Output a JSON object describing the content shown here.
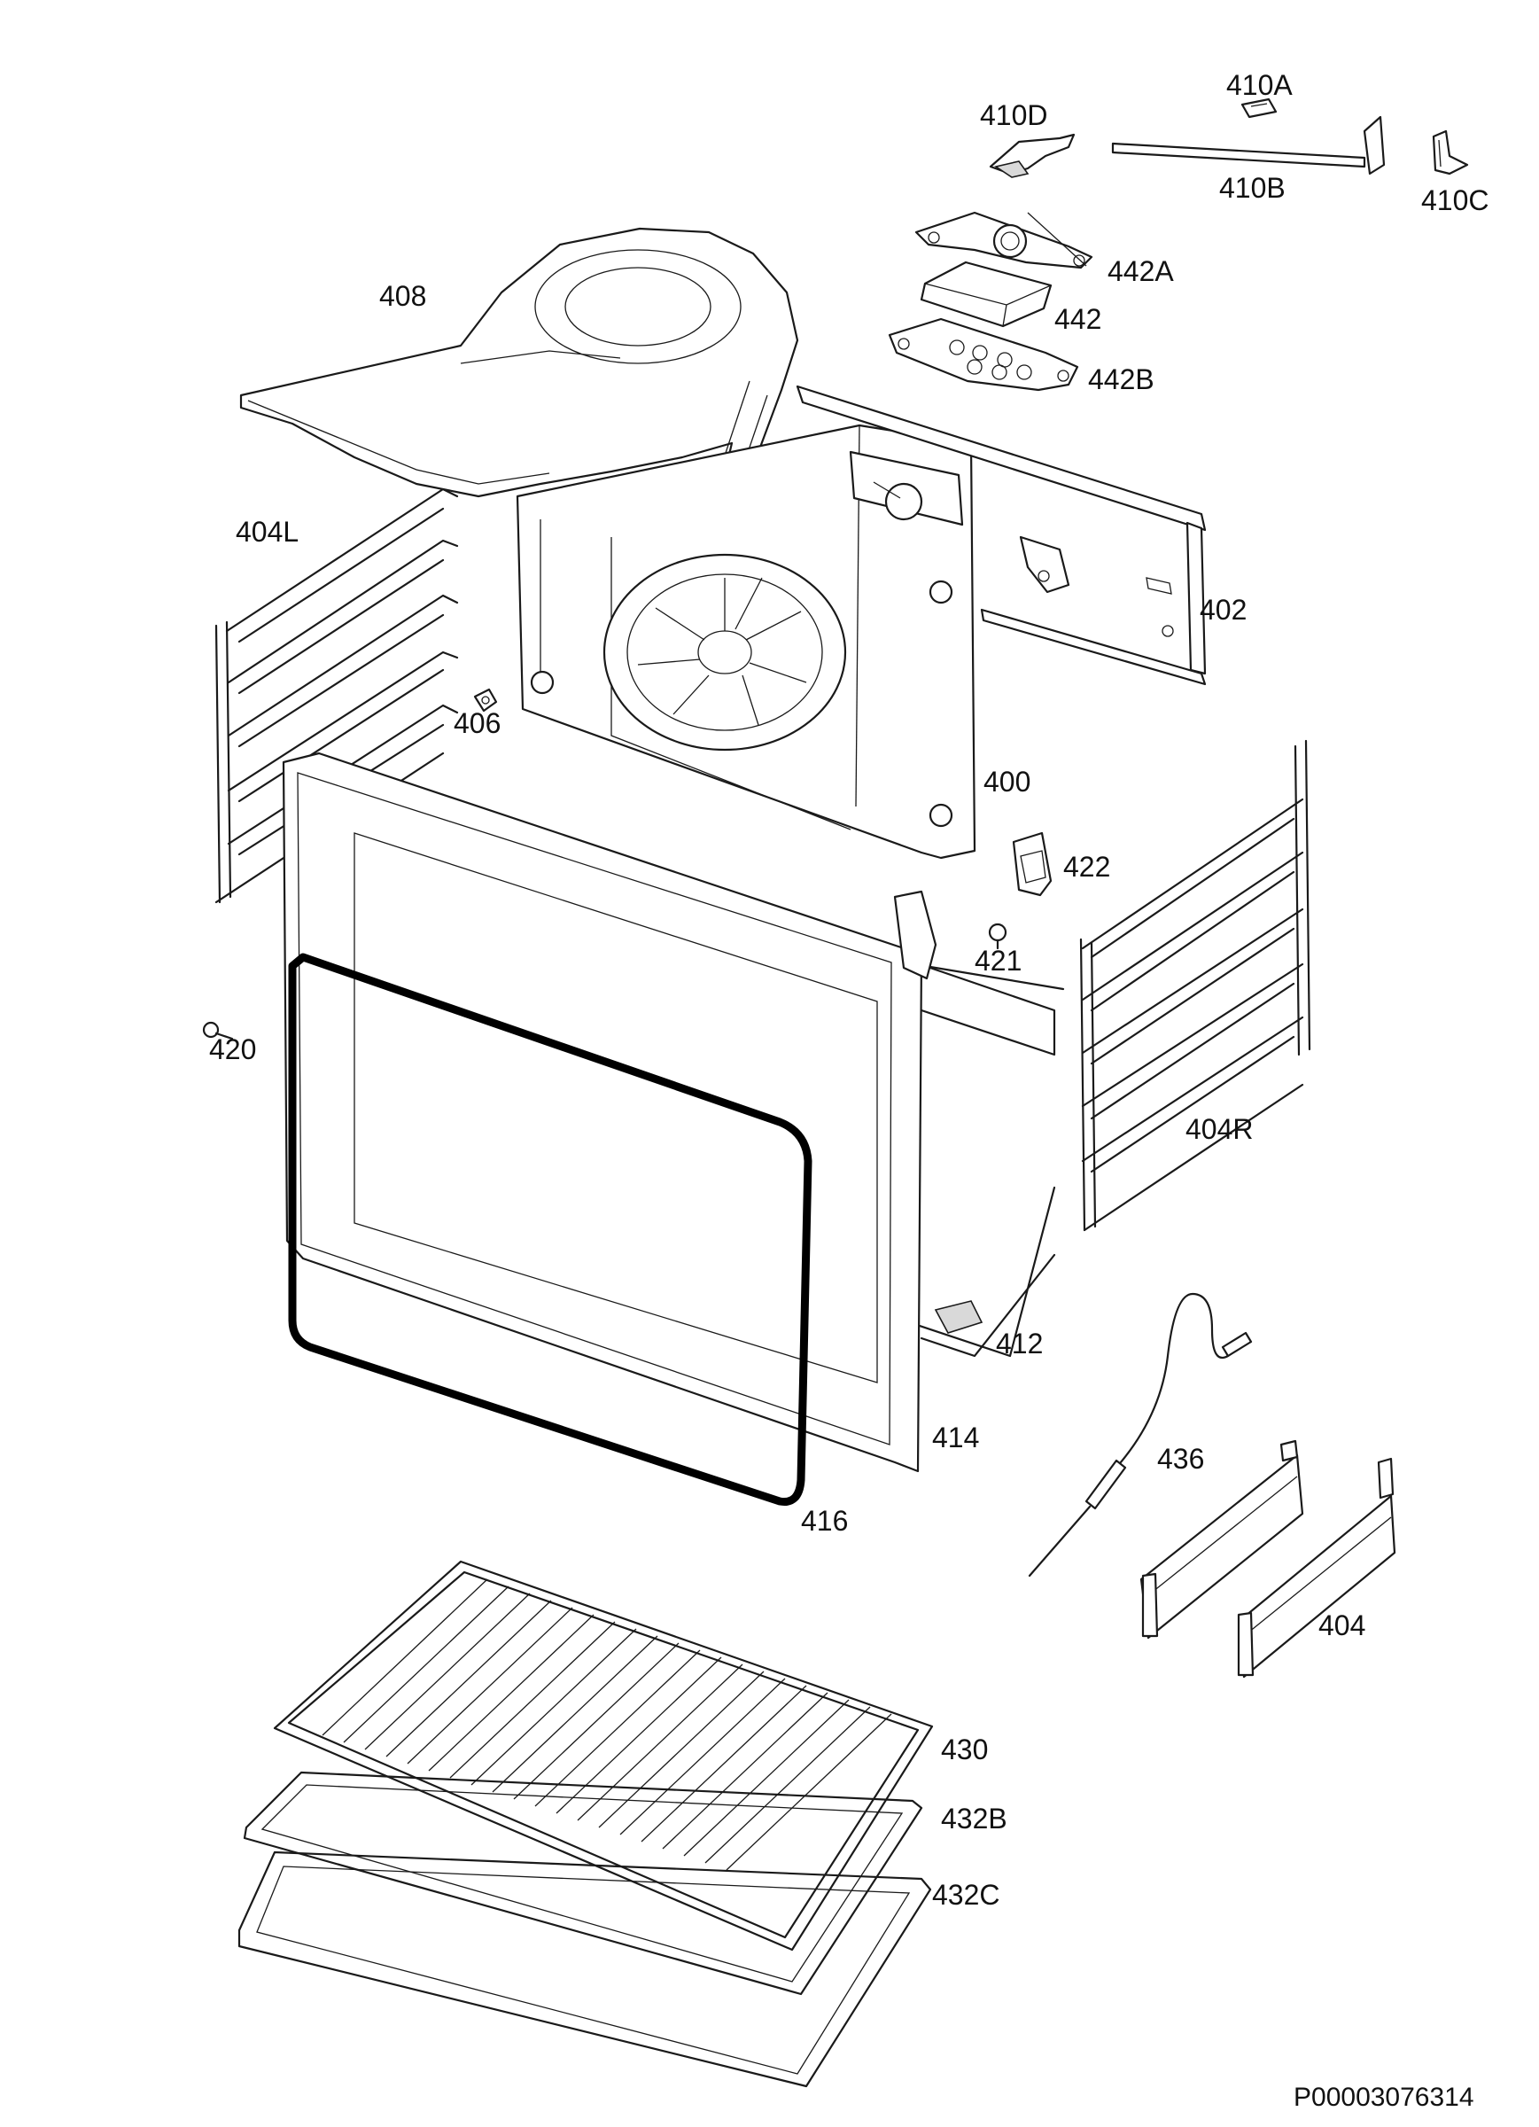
{
  "labels": {
    "l410A": "410A",
    "l410D": "410D",
    "l410B": "410B",
    "l410C": "410C",
    "l442A": "442A",
    "l442": "442",
    "l442B": "442B",
    "l408": "408",
    "l404L": "404L",
    "l402": "402",
    "l406": "406",
    "l400": "400",
    "l422": "422",
    "l421": "421",
    "l420": "420",
    "l404R": "404R",
    "l412": "412",
    "l414": "414",
    "l436": "436",
    "l416": "416",
    "l404": "404",
    "l430": "430",
    "l432B": "432B",
    "l432C": "432C"
  },
  "document_id": "P00003076314"
}
